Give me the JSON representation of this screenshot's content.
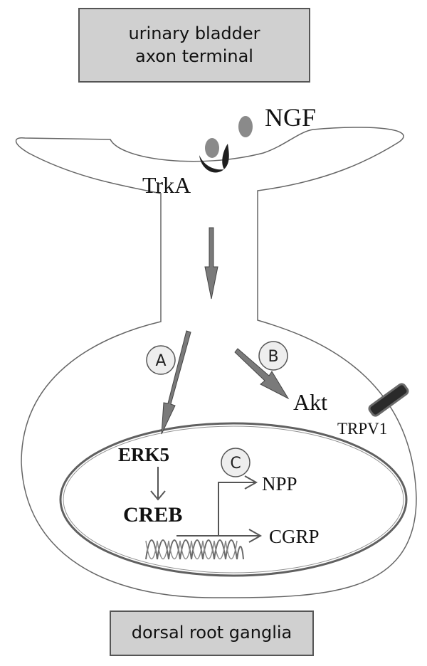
{
  "top_box": {
    "line1": "urinary bladder",
    "line2": "axon terminal"
  },
  "bottom_box": {
    "label": "dorsal root ganglia"
  },
  "labels": {
    "ngf": "NGF",
    "trka": "TrkA",
    "akt": "Akt",
    "trpv1": "TRPV1",
    "erk5": "ERK5",
    "creb": "CREB",
    "npp": "NPP",
    "cgrp": "CGRP"
  },
  "pathways": {
    "a": "A",
    "b": "B",
    "c": "C"
  },
  "colors": {
    "box_fill": "#d0d0d0",
    "outline": "#555555",
    "arrow_fill": "#7a7a7a",
    "ngf": "#8a8a8a",
    "receptor": "#1e1e1e"
  }
}
